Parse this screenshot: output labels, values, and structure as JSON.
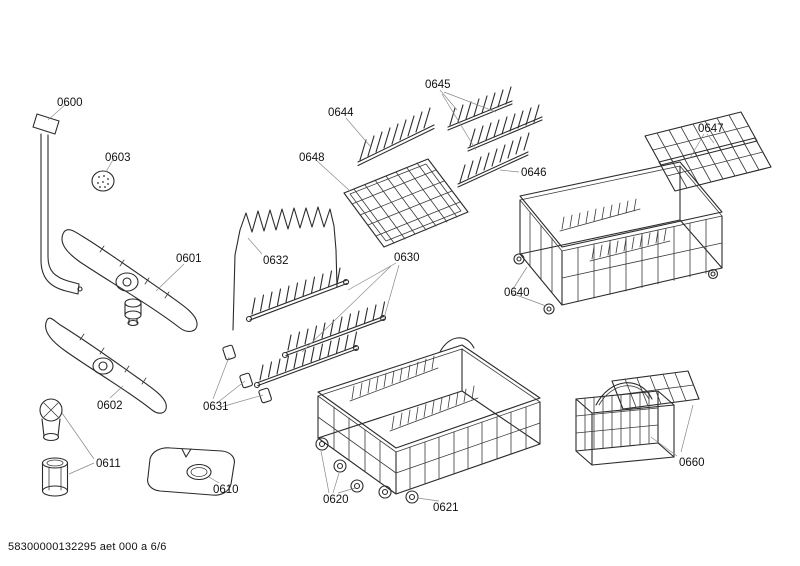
{
  "footer": {
    "code": "58300000132295 aet 000 a 6/6"
  },
  "parts": {
    "p0600": "0600",
    "p0601": "0601",
    "p0602": "0602",
    "p0603": "0603",
    "p0610": "0610",
    "p0611": "0611",
    "p0620": "0620",
    "p0621": "0621",
    "p0630": "0630",
    "p0631": "0631",
    "p0632": "0632",
    "p0640": "0640",
    "p0644": "0644",
    "p0645": "0645",
    "p0646": "0646",
    "p0647": "0647",
    "p0648": "0648",
    "p0660": "0660"
  },
  "colors": {
    "line": "#2b2b2b",
    "leader": "#8a8a8a",
    "background": "#ffffff",
    "label_text": "#111111"
  }
}
